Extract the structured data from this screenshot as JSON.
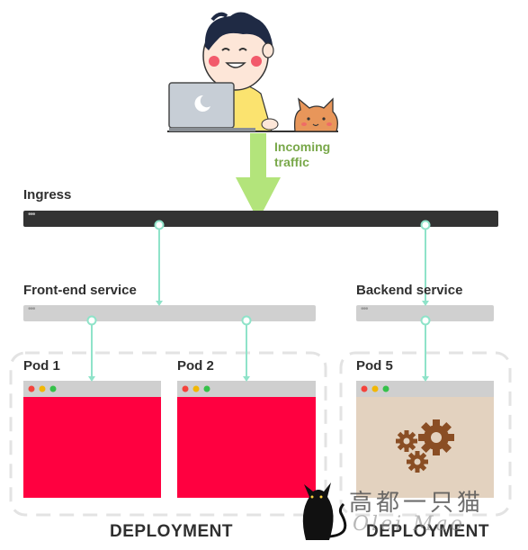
{
  "traffic": {
    "line1": "Incoming",
    "line2": "traffic"
  },
  "ingress": {
    "label": "Ingress",
    "dots": "•••"
  },
  "frontend_service": {
    "label": "Front-end service",
    "dots": "•••"
  },
  "backend_service": {
    "label": "Backend service",
    "dots": "•••"
  },
  "pods": [
    {
      "label": "Pod 1",
      "color": "#ff0040"
    },
    {
      "label": "Pod 2",
      "color": "#ff0040"
    },
    {
      "label": "Pod 5",
      "color": "#e3d2bf"
    }
  ],
  "deployments": [
    {
      "label": "DEPLOYMENT"
    },
    {
      "label": "DEPLOYMENT"
    }
  ],
  "watermark": {
    "text": "高都一只猫",
    "sub": "Olei Mao"
  },
  "colors": {
    "arrow": "#b3e47b",
    "connector": "#8fe3c9",
    "ingress_bar": "#333333",
    "service_bar": "#d0d0d0",
    "pod_titlebar": "#cfcfcf",
    "gear": "#8a4e24"
  }
}
